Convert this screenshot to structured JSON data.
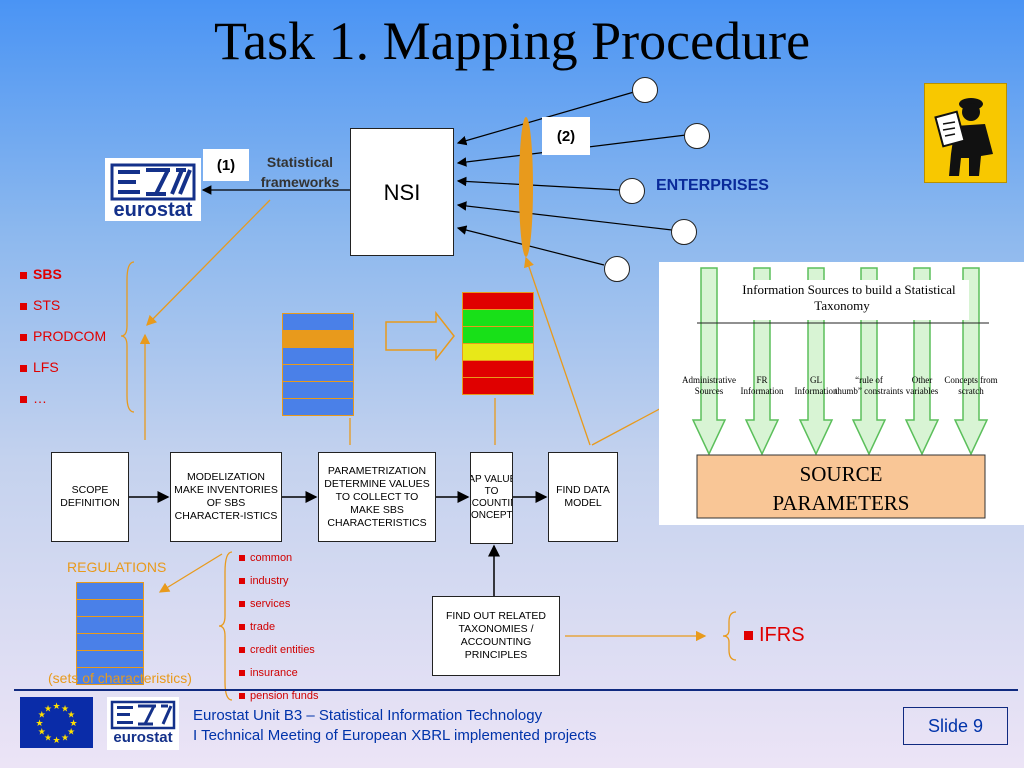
{
  "title": "Task 1. Mapping Procedure",
  "labels": {
    "step1": "(1)",
    "step2": "(2)",
    "statistical_frameworks": "Statistical frameworks",
    "nsi": "NSI",
    "enterprises": "ENTERPRISES",
    "regulations": "REGULATIONS",
    "sets_of_characteristics": "(sets of characteristics)",
    "ifrs": "IFRS",
    "slide": "Slide 9"
  },
  "logo": {
    "text": "eurostat"
  },
  "statistics_list": [
    "SBS",
    "STS",
    "PRODCOM",
    "LFS",
    "…"
  ],
  "sector_list": [
    "common",
    "industry",
    "services",
    "trade",
    "credit entities",
    "insurance",
    "pension funds"
  ],
  "process_boxes": {
    "scope": "SCOPE DEFINITION",
    "modelization": "MODELIZATION MAKE INVENTORIES OF SBS CHARACTER-ISTICS",
    "parametrization": "PARAMETRIZATION DETERMINE VALUES TO COLLECT TO MAKE SBS CHARACTERISTICS",
    "map_values": "MAP VALUES TO ACCOUNTING CONCEPTS",
    "find_data_model": "FIND DATA MODEL",
    "find_taxonomies": "FIND OUT RELATED TAXONOMIES / ACCOUNTING PRINCIPLES"
  },
  "info_sources": {
    "title": "Information Sources to build a Statistical Taxonomy",
    "sources": [
      "Administrative Sources",
      "FR Information",
      "GL Information",
      "“rule of thumb” constraints",
      "Other variables",
      "Concepts from scratch"
    ],
    "result": "SOURCE PARAMETERS"
  },
  "footer": {
    "line1": "Eurostat Unit B3 – Statistical Information Technology",
    "line2": "I Technical Meeting of European XBRL implemented projects"
  },
  "colors": {
    "arrow_orange": "#e89a1c",
    "list_red": "#e00000",
    "footer_blue": "#0033aa",
    "color_table": [
      "#e00000",
      "#18e018",
      "#18e018",
      "#e8e818",
      "#e00000",
      "#e00000"
    ]
  },
  "icons": {
    "eu_flag": "eu-flag-icon",
    "worker": "worker-icon"
  }
}
